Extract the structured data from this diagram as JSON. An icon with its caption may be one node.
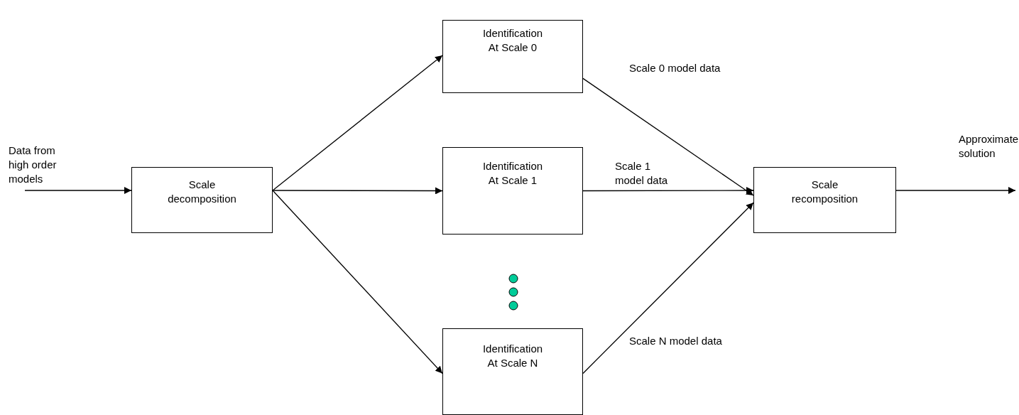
{
  "diagram": {
    "nodes": [
      {
        "text": [
          "Scale decomposition"
        ]
      },
      {
        "text": [
          "Identification At Scale 0"
        ]
      },
      {
        "text": [
          "Identification At Scale 1"
        ]
      },
      {
        "text": [
          "Identification At Scale N"
        ]
      },
      {
        "text": [
          "Scale recomposition"
        ]
      }
    ],
    "edges": [
      {
        "from": null,
        "to": 0,
        "arrow": "to",
        "label": "Data from high order models"
      },
      {
        "from": 0,
        "to": 1,
        "arrow": "to"
      },
      {
        "from": 0,
        "to": 2,
        "arrow": "to"
      },
      {
        "from": 0,
        "to": 3,
        "arrow": "to"
      },
      {
        "from": 1,
        "to": 4,
        "arrow": "to",
        "label": "Scale 0 model data"
      },
      {
        "from": 2,
        "to": 4,
        "arrow": "to",
        "label": "Scale 1 model data"
      },
      {
        "from": 3,
        "to": 4,
        "arrow": "to",
        "label": "Scale N model data"
      },
      {
        "from": 4,
        "to": null,
        "arrow": "to",
        "label": "Approximate solution"
      }
    ]
  }
}
